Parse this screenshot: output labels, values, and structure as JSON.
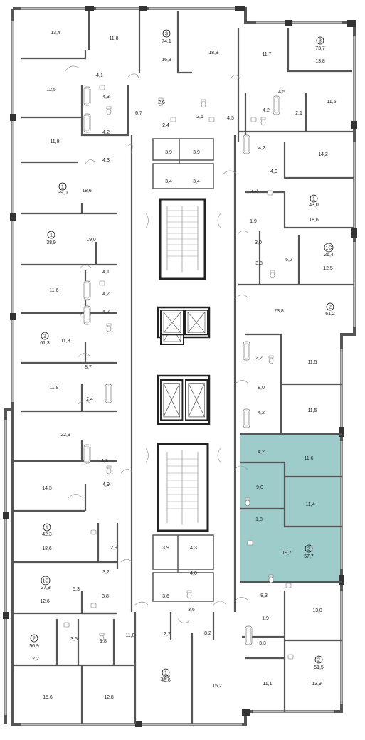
{
  "colors": {
    "wall": "#555555",
    "wall_dark": "#333333",
    "highlight": "#9dcccb",
    "window": "#bcbcbc"
  },
  "selected_unit": {
    "rooms": "2",
    "area": "57,7"
  },
  "units": [
    {
      "rooms": "3",
      "area": "74,1"
    },
    {
      "rooms": "3",
      "area": "73,7"
    },
    {
      "rooms": "1",
      "area": "39,0"
    },
    {
      "rooms": "1",
      "area": "43,0"
    },
    {
      "rooms": "1",
      "area": "38,9"
    },
    {
      "rooms": "1С",
      "area": "26,4"
    },
    {
      "rooms": "2",
      "area": "61,2"
    },
    {
      "rooms": "2",
      "area": "61,3"
    },
    {
      "rooms": "1",
      "area": "42,3"
    },
    {
      "rooms": "2",
      "area": "57,7"
    },
    {
      "rooms": "1С",
      "area": "27,8"
    },
    {
      "rooms": "2",
      "area": "56,9"
    },
    {
      "rooms": "2",
      "area": "51,5"
    },
    {
      "rooms": "1",
      "area": "46,6"
    }
  ],
  "room_labels": [
    "13,4",
    "11,8",
    "16,3",
    "18,8",
    "11,7",
    "13,8",
    "4,1",
    "12,5",
    "4,3",
    "6,7",
    "2,6",
    "2,4",
    "2,6",
    "4,5",
    "4,5",
    "4,2",
    "2,1",
    "11,5",
    "4,2",
    "11,9",
    "4,3",
    "4,2",
    "14,2",
    "3,9",
    "3,9",
    "3,4",
    "3,4",
    "4,0",
    "18,6",
    "2,0",
    "18,6",
    "1,9",
    "19,0",
    "3,0",
    "3,8",
    "5,2",
    "12,5",
    "4,1",
    "11,6",
    "4,2",
    "23,8",
    "4,2",
    "11,3",
    "2,2",
    "11,5",
    "8,7",
    "8,0",
    "11,8",
    "2,4",
    "4,2",
    "11,5",
    "22,9",
    "4,2",
    "11,6",
    "4,3",
    "9,0",
    "14,5",
    "4,9",
    "11,4",
    "1,8",
    "3,9",
    "4,3",
    "2,9",
    "18,6",
    "19,7",
    "4,0",
    "3,2",
    "3,6",
    "5,3",
    "3,8",
    "3,6",
    "8,3",
    "12,6",
    "1,9",
    "13,0",
    "3,5",
    "1,8",
    "11,0",
    "2,7",
    "8,2",
    "3,3",
    "12,2",
    "16,9",
    "15,2",
    "11,1",
    "13,9",
    "15,6",
    "12,8"
  ]
}
